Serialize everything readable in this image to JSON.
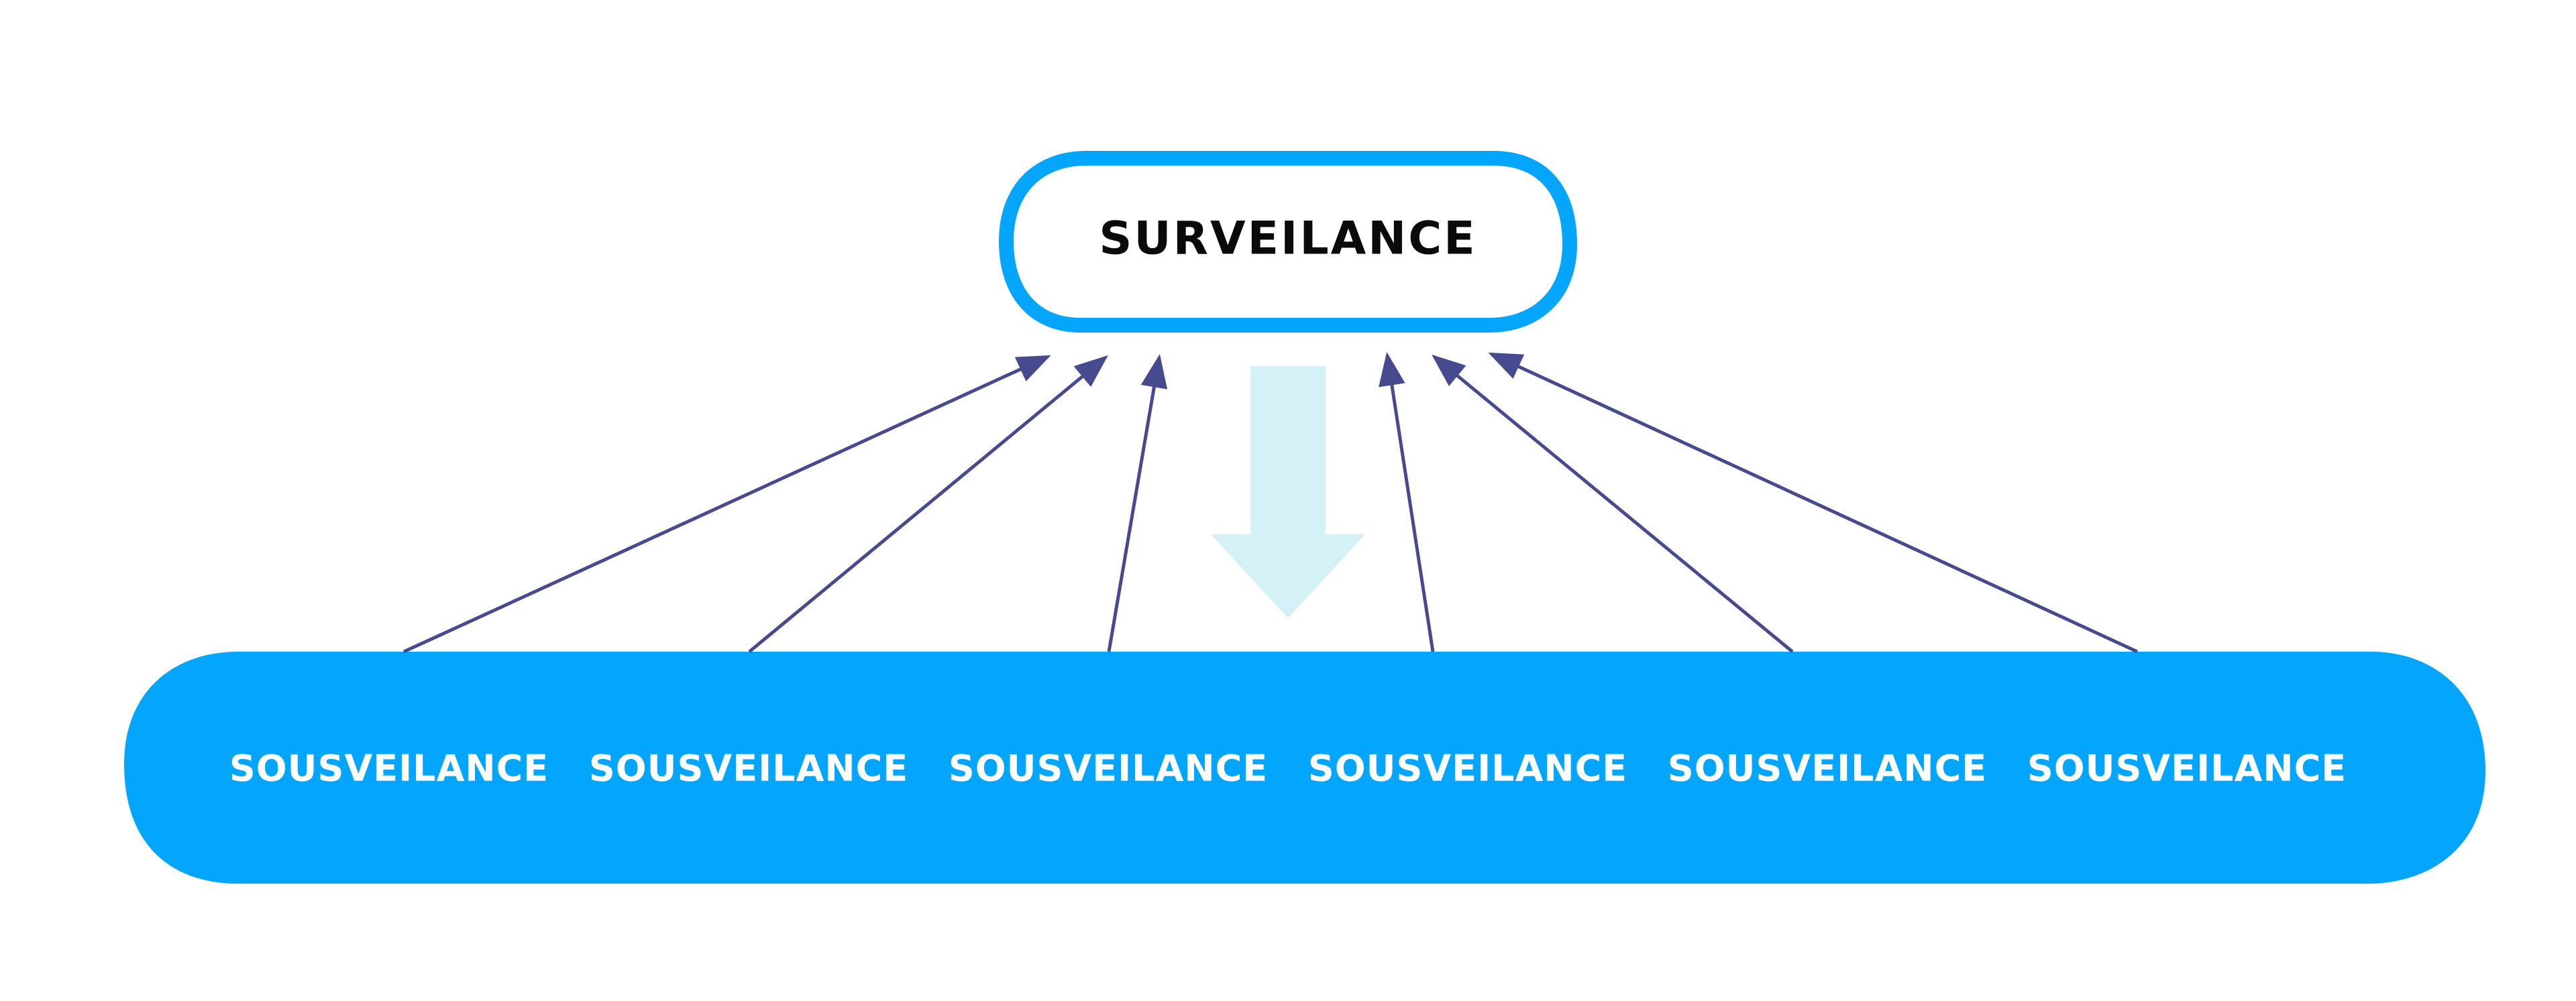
{
  "top_node": {
    "label": "SURVEILANCE"
  },
  "bottom_nodes": [
    {
      "label": "SOUSVEILANCE"
    },
    {
      "label": "SOUSVEILANCE"
    },
    {
      "label": "SOUSVEILANCE"
    },
    {
      "label": "SOUSVEILANCE"
    },
    {
      "label": "SOUSVEILANCE"
    },
    {
      "label": "SOUSVEILANCE"
    }
  ],
  "colors": {
    "accent_blue": "#03a5fd",
    "arrow_line": "#464a8f",
    "down_arrow_fill": "#d3f1f6",
    "top_text": "#0a0a0a",
    "bottom_text": "#ffffff",
    "top_fill": "#ffffff"
  }
}
